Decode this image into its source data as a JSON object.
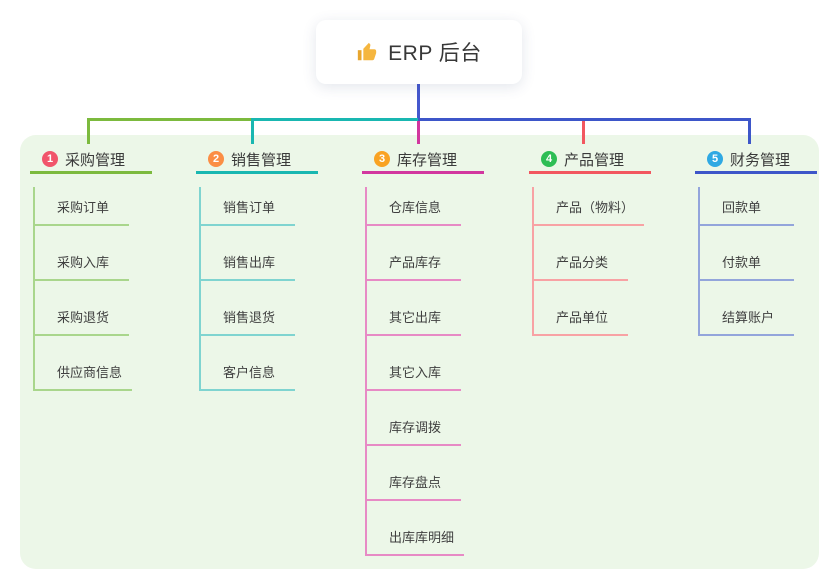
{
  "canvas": {
    "background_color": "#ECF7E8"
  },
  "root": {
    "label": "ERP 后台",
    "icon": "thumbs-up-icon",
    "icon_color": "#F5B63F",
    "line_color": "#4558CE"
  },
  "branches": [
    {
      "index": "1",
      "label": "采购管理",
      "badge_color": "#F1556B",
      "accent_color": "#7CBA3E",
      "child_line_color": "#A9D68C",
      "children": [
        "采购订单",
        "采购入库",
        "采购退货",
        "供应商信息"
      ]
    },
    {
      "index": "2",
      "label": "销售管理",
      "badge_color": "#FB8E45",
      "accent_color": "#19B7B1",
      "child_line_color": "#7FD4D0",
      "children": [
        "销售订单",
        "销售出库",
        "销售退货",
        "客户信息"
      ]
    },
    {
      "index": "3",
      "label": "库存管理",
      "badge_color": "#F9A323",
      "accent_color": "#D2379F",
      "child_line_color": "#E78AC5",
      "children": [
        "仓库信息",
        "产品库存",
        "其它出库",
        "其它入库",
        "库存调拨",
        "库存盘点",
        "出库库明细"
      ]
    },
    {
      "index": "4",
      "label": "产品管理",
      "badge_color": "#2EBE55",
      "accent_color": "#F2575F",
      "child_line_color": "#F8A2A4",
      "children": [
        "产品（物料）",
        "产品分类",
        "产品单位"
      ]
    },
    {
      "index": "5",
      "label": "财务管理",
      "badge_color": "#2FA9E3",
      "accent_color": "#3D56C9",
      "child_line_color": "#93A5DB",
      "children": [
        "回款单",
        "付款单",
        "结算账户"
      ]
    }
  ]
}
